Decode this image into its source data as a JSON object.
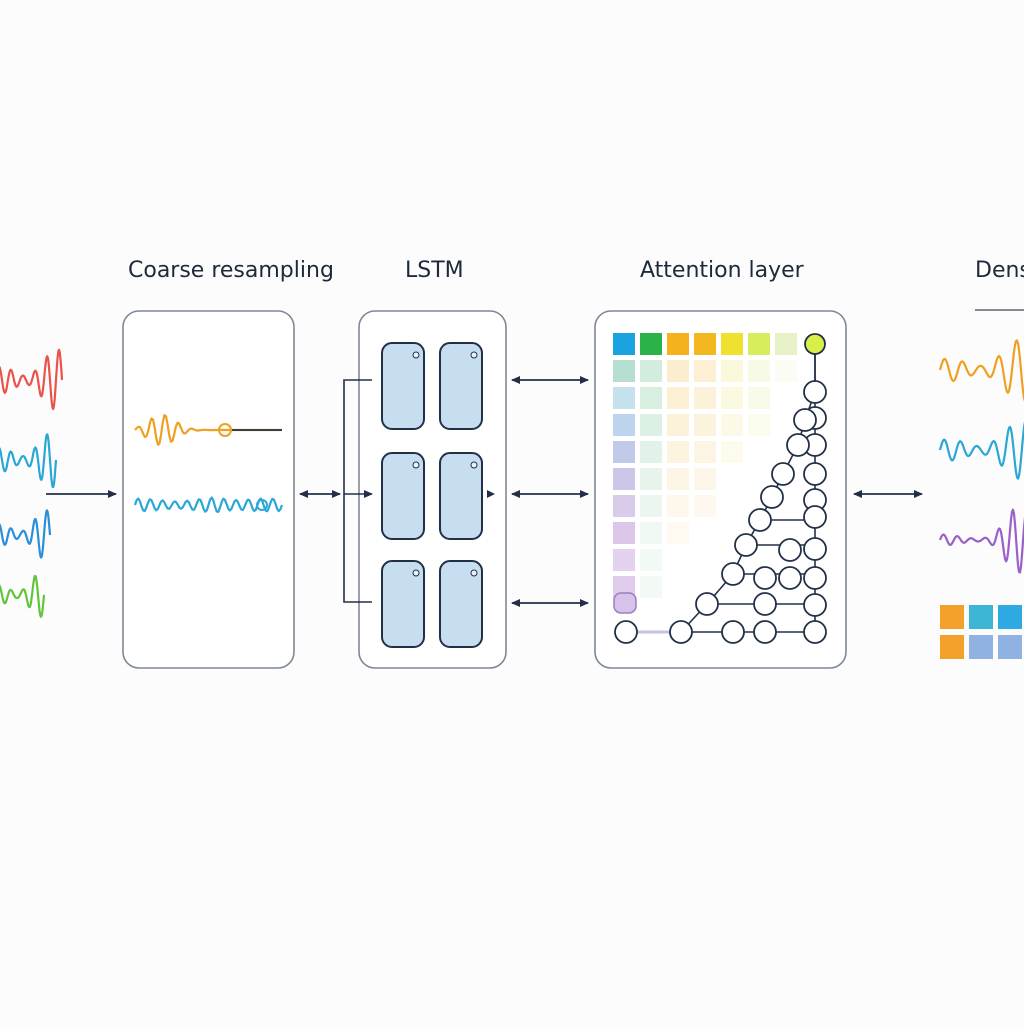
{
  "stages": {
    "coarse": {
      "title": "Coarse resampling"
    },
    "lstm": {
      "title": "LSTM"
    },
    "attention": {
      "title": "Attention layer"
    },
    "dense": {
      "title": "Dens"
    }
  },
  "colors": {
    "input_waves": [
      "#e8534a",
      "#2aa7d6",
      "#2a8fd8",
      "#62c43a"
    ],
    "coarse_waves": [
      "#f0a020",
      "#2aa7d6"
    ],
    "output_waves": [
      "#f0a020",
      "#2aa7d6",
      "#9b5fc8"
    ],
    "lstm_cell_fill": "#c7ddf0",
    "outline": "#223047",
    "panel_border": "#7d8896",
    "attention_top_row": [
      "#1aa3e0",
      "#2bb34a",
      "#f5b21c",
      "#f4b71f",
      "#f0e130",
      "#d8ec5c",
      "#e8f2c8"
    ],
    "dense_blocks": [
      "#f3a12b",
      "#3db6d6",
      "#2fa9e2",
      "#f3a12b",
      "#8fb2e3",
      "#8fb2e3"
    ]
  },
  "icons": [
    "input-waveform-icon",
    "coarse-waveform-icon",
    "lstm-cell-icon",
    "attention-heatmap-icon",
    "node-graph-icon",
    "output-waveform-icon",
    "dense-block-icon",
    "double-arrow-icon"
  ]
}
